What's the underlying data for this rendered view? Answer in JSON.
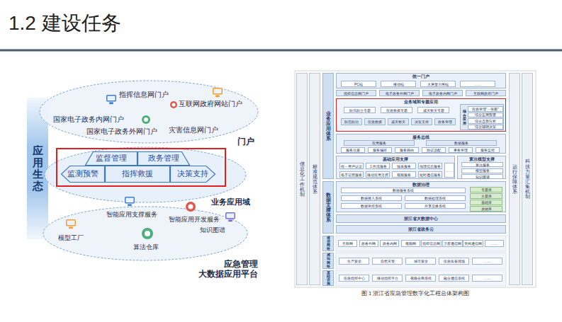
{
  "diagram": {
    "title": "1.2 建设任务",
    "caption": "图 1 浙江省应急管理数字化工程总体架构图",
    "nodes": [
      {
        "text": [
          "应用生态"
        ]
      },
      {
        "text": [
          "指挥信息网门户",
          "互联网政府网站门户",
          "国家电子政务内网门户",
          "国家电子政务外网门户",
          "灾害信息网门户",
          "门户"
        ]
      },
      {
        "text": [
          "业务应用域"
        ]
      },
      {
        "text": [
          "监督管理"
        ],
        "in": 2
      },
      {
        "text": [
          "政务管理"
        ],
        "in": 2
      },
      {
        "text": [
          "监测预警"
        ],
        "in": 2
      },
      {
        "text": [
          "指挥救援"
        ],
        "in": 2
      },
      {
        "text": [
          "决策支持"
        ],
        "in": 2
      },
      {
        "text": [
          "智能应用支撑服务",
          "智能应用开发服务",
          "模型工厂",
          "算法仓库",
          "知识图谱",
          "应急管理 大数据应用平台"
        ]
      },
      {
        "text": [
          "信息化工作机制"
        ]
      },
      {
        "text": [
          "标准规范体系"
        ]
      },
      {
        "text": [
          "业务应用体系"
        ]
      },
      {
        "text": [
          "统一门户"
        ]
      },
      {
        "text": [
          "PC端"
        ],
        "in": 12
      },
      {
        "text": [
          "移动端"
        ],
        "in": 12
      },
      {
        "text": [
          "大屏显示终端"
        ],
        "in": 12
      },
      {
        "text": [
          "……"
        ],
        "in": 12
      },
      {
        "text": [
          "指挥信息网门户"
        ]
      },
      {
        "text": [
          "电子政务外网门户"
        ]
      },
      {
        "text": [
          "电子政务内网门户"
        ]
      },
      {
        "text": [
          "互联网政府门户"
        ]
      },
      {
        "text": [
          "业务域和专题应用"
        ]
      },
      {
        "text": [
          "防汛防台专题"
        ],
        "in": 21
      },
      {
        "text": [
          "应急救援专题"
        ],
        "in": 21
      },
      {
        "text": [
          "减灾救灾专题"
        ],
        "in": 21
      },
      {
        "text": [
          "防范防治"
        ],
        "in": 21
      },
      {
        "text": [
          "应急救援"
        ],
        "in": 21
      },
      {
        "text": [
          "减灾救灾"
        ],
        "in": 21
      },
      {
        "text": [
          "决策支持"
        ],
        "in": 21
      },
      {
        "text": [
          "政务管理"
        ],
        "in": 21
      },
      {
        "text": [
          "综合应用"
        ],
        "in": 21
      },
      {
        "text": [
          "应急管理“一张图”"
        ],
        "in": 30
      },
      {
        "text": [
          "综合监测预警"
        ],
        "in": 30
      },
      {
        "text": [
          "综合态势分析"
        ],
        "in": 30
      },
      {
        "text": [
          "综合辅助决策"
        ],
        "in": 30
      },
      {
        "text": [
          "服务总线"
        ]
      },
      {
        "text": [
          "应用服务"
        ],
        "in": 35
      },
      {
        "text": [
          "数据服务"
        ],
        "in": 35
      },
      {
        "text": [
          "服务注册"
        ],
        "in": 35
      },
      {
        "text": [
          "服务编排"
        ],
        "in": 35
      },
      {
        "text": [
          "服务路由"
        ],
        "in": 35
      },
      {
        "text": [
          "协议适配"
        ],
        "in": 35
      },
      {
        "text": [
          "事务管理"
        ],
        "in": 35
      },
      {
        "text": [
          "服务监控"
        ],
        "in": 35
      },
      {
        "text": [
          "基础应用支撑"
        ]
      },
      {
        "text": [
          "统一用户认证"
        ],
        "in": 44
      },
      {
        "text": [
          "工作流服务"
        ],
        "in": 44
      },
      {
        "text": [
          "报表服务"
        ],
        "in": 44
      },
      {
        "text": [
          "地理信息服务"
        ],
        "in": 44
      },
      {
        "text": [
          "电子证照服务"
        ],
        "in": 44
      },
      {
        "text": [
          "移动应用支撑"
        ],
        "in": 44
      },
      {
        "text": [
          "视频服务"
        ],
        "in": 44
      },
      {
        "text": [
          "短时通信服务"
        ],
        "in": 44
      },
      {
        "text": [
          "……"
        ],
        "in": 44
      },
      {
        "text": [
          "算法模型支撑"
        ]
      },
      {
        "text": [
          "算法服务"
        ],
        "in": 54
      },
      {
        "text": [
          "模型服务"
        ],
        "in": 54
      },
      {
        "text": [
          "知识图谱"
        ],
        "in": 54
      },
      {
        "text": [
          "数据支撑体系"
        ]
      },
      {
        "text": [
          "数据治理"
        ]
      },
      {
        "text": [
          "数据服务系统"
        ],
        "in": 59
      },
      {
        "text": [
          "数据接入系统"
        ],
        "in": 59
      },
      {
        "text": [
          "数据处理系统"
        ],
        "in": 59
      },
      {
        "text": [
          "数据管控系统"
        ],
        "in": 59
      },
      {
        "text": [
          "共享交换系统"
        ],
        "in": 59
      },
      {
        "text": [
          "专题库"
        ],
        "in": 59
      },
      {
        "text": [
          "主题库"
        ],
        "in": 59
      },
      {
        "text": [
          "基础库"
        ],
        "in": 59
      },
      {
        "text": [
          "原始库"
        ],
        "in": 59
      },
      {
        "text": [
          "浙江省大数据中心"
        ]
      },
      {
        "text": [
          "浙江省政务云"
        ]
      },
      {
        "text": [
          "通信网络"
        ]
      },
      {
        "text": [
          "互联网"
        ]
      },
      {
        "text": [
          "政务外网"
        ]
      },
      {
        "text": [
          "政务内网"
        ]
      },
      {
        "text": [
          "视频网"
        ]
      },
      {
        "text": [
          "指挥信息网"
        ]
      },
      {
        "text": [
          "卫星通信网"
        ]
      },
      {
        "text": [
          "无线通信网"
        ]
      },
      {
        "text": [
          "……"
        ]
      },
      {
        "text": [
          "感知网络"
        ]
      },
      {
        "text": [
          "生产安全"
        ]
      },
      {
        "text": [
          "自然灾害"
        ]
      },
      {
        "text": [
          "城市安全"
        ]
      },
      {
        "text": [
          "应急装备现场"
        ]
      },
      {
        "text": [
          "……"
        ]
      },
      {
        "text": [
          "基础设施"
        ]
      },
      {
        "text": [
          "应急指挥中心"
        ]
      },
      {
        "text": [
          "移动指挥平台"
        ]
      },
      {
        "text": [
          "视频会商系统"
        ]
      },
      {
        "text": [
          "融合通信系统"
        ]
      },
      {
        "text": [
          "……"
        ]
      },
      {
        "text": [
          "运行保障体系"
        ]
      },
      {
        "text": [
          "科技力量汇集机制"
        ]
      }
    ]
  }
}
